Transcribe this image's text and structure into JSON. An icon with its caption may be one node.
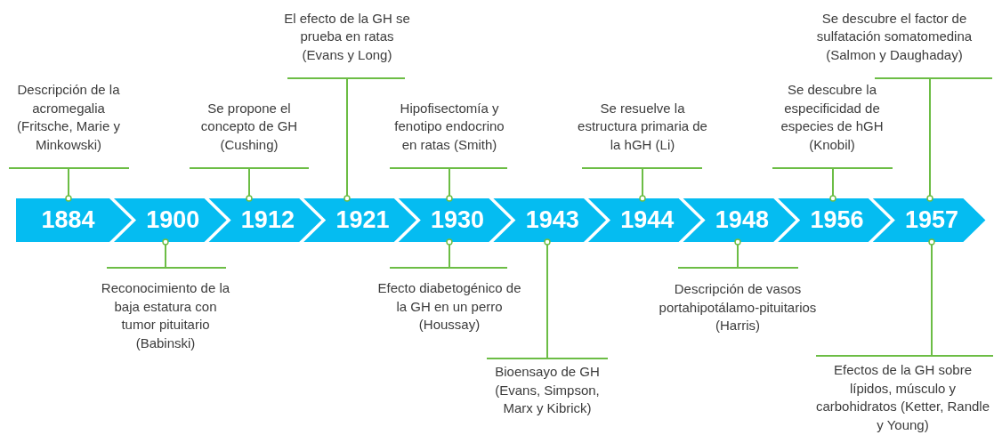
{
  "diagram": {
    "nodes": [
      {
        "text": [
          "1884"
        ]
      },
      {
        "text": [
          "1900"
        ]
      },
      {
        "text": [
          "1912"
        ]
      },
      {
        "text": [
          "1921"
        ]
      },
      {
        "text": [
          "1930"
        ]
      },
      {
        "text": [
          "1943"
        ]
      },
      {
        "text": [
          "1944"
        ]
      },
      {
        "text": [
          "1948"
        ]
      },
      {
        "text": [
          "1956"
        ]
      },
      {
        "text": [
          "1957"
        ]
      },
      {
        "text": [
          "Descripción de la acromegalia (Fritsche, Marie y Minkowski)"
        ]
      },
      {
        "text": [
          "Se propone el concepto de GH (Cushing)"
        ]
      },
      {
        "text": [
          "El efecto de la GH se prueba en ratas (Evans y Long)"
        ]
      },
      {
        "text": [
          "Hipofisectomía y fenotipo endocrino en ratas (Smith)"
        ]
      },
      {
        "text": [
          "Se resuelve la estructura primaria de la hGH (Li)"
        ]
      },
      {
        "text": [
          "Se descubre la especificidad de especies de hGH (Knobil)"
        ]
      },
      {
        "text": [
          "Se descubre el factor de sulfatación somatomedina (Salmon y Daughaday)"
        ]
      },
      {
        "text": [
          "Reconocimiento de la baja estatura con tumor pituitario (Babinski)"
        ]
      },
      {
        "text": [
          "Efecto diabetogénico de la GH en un perro (Houssay)"
        ]
      },
      {
        "text": [
          "Bioensayo de GH (Evans, Simpson, Marx y Kibrick)"
        ]
      },
      {
        "text": [
          "Descripción de vasos portahipotálamo-pituitarios (Harris)"
        ]
      },
      {
        "text": [
          "Efectos de la GH sobre lípidos, músculo y carbohidratos (Ketter, Randle y Young)"
        ]
      }
    ],
    "edges": [
      {
        "from": 10,
        "to": 0,
        "arrow": "other"
      },
      {
        "from": 11,
        "to": 2,
        "arrow": "other"
      },
      {
        "from": 12,
        "to": 3,
        "arrow": "other"
      },
      {
        "from": 13,
        "to": 4,
        "arrow": "other"
      },
      {
        "from": 14,
        "to": 6,
        "arrow": "other"
      },
      {
        "from": 15,
        "to": 8,
        "arrow": "other"
      },
      {
        "from": 16,
        "to": 9,
        "arrow": "other"
      },
      {
        "from": 17,
        "to": 1,
        "arrow": "other"
      },
      {
        "from": 18,
        "to": 4,
        "arrow": "other"
      },
      {
        "from": 19,
        "to": 5,
        "arrow": "other"
      },
      {
        "from": 20,
        "to": 7,
        "arrow": "other"
      },
      {
        "from": 21,
        "to": 9,
        "arrow": "other"
      }
    ]
  }
}
